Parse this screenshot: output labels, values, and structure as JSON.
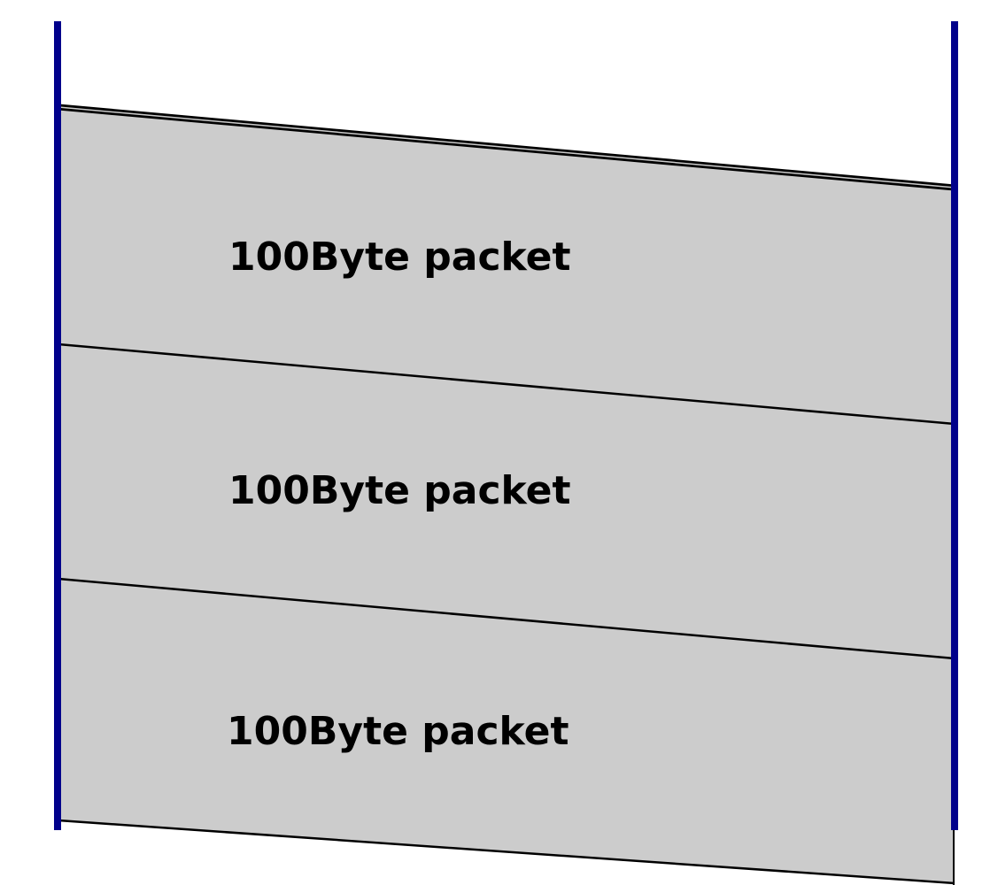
{
  "diagram": {
    "packets": [
      {
        "label": "100Byte packet"
      },
      {
        "label": "100Byte packet"
      },
      {
        "label": "100Byte packet"
      }
    ],
    "colors": {
      "timeline": "#00008b",
      "packet_fill": "#cccccc",
      "packet_border": "#000000",
      "background": "#ffffff"
    }
  }
}
